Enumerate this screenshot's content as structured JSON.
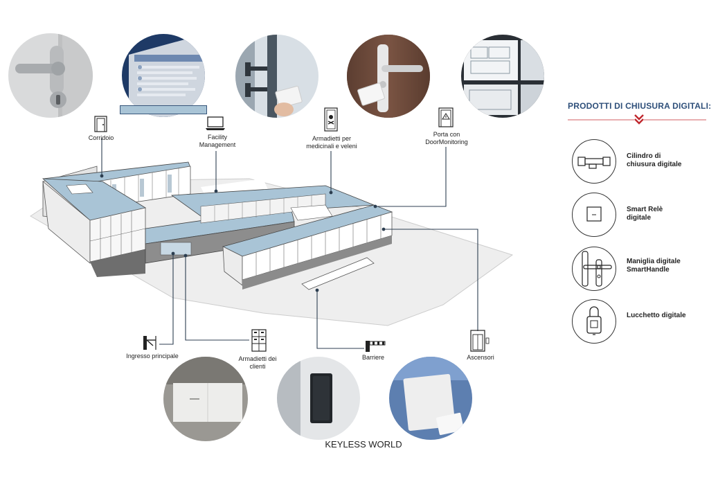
{
  "top_labels": {
    "corridoio": "Corridoio",
    "facility": "Facility\nManagement",
    "armadietti_medicinali": "Armadietti per\nmedicinali e veleni",
    "porta": "Porta con\nDoorMonitoring"
  },
  "bottom_labels": {
    "ingresso": "Ingresso principale",
    "armadietti_clienti": "Armadietti dei\nclienti",
    "barriere": "Barriere",
    "ascensori": "Ascensori"
  },
  "side_panel": {
    "title": "PRODOTTI DI CHIUSURA DIGITALI:",
    "products": [
      {
        "label": "Cilindro di\nchiusura digitale",
        "icon": "digital-cylinder-icon"
      },
      {
        "label": "Smart Relè\ndigitale",
        "icon": "smart-relay-icon"
      },
      {
        "label": "Maniglia digitale\nSmartHandle",
        "icon": "smart-handle-icon"
      },
      {
        "label": "Lucchetto digitale",
        "icon": "digital-padlock-icon"
      }
    ]
  },
  "footer": "KEYLESS WORLD",
  "colors": {
    "accent": "#2e4f7a",
    "chevron": "#c0282e",
    "roof": "#a9c4d6",
    "line": "#2c3e50"
  }
}
